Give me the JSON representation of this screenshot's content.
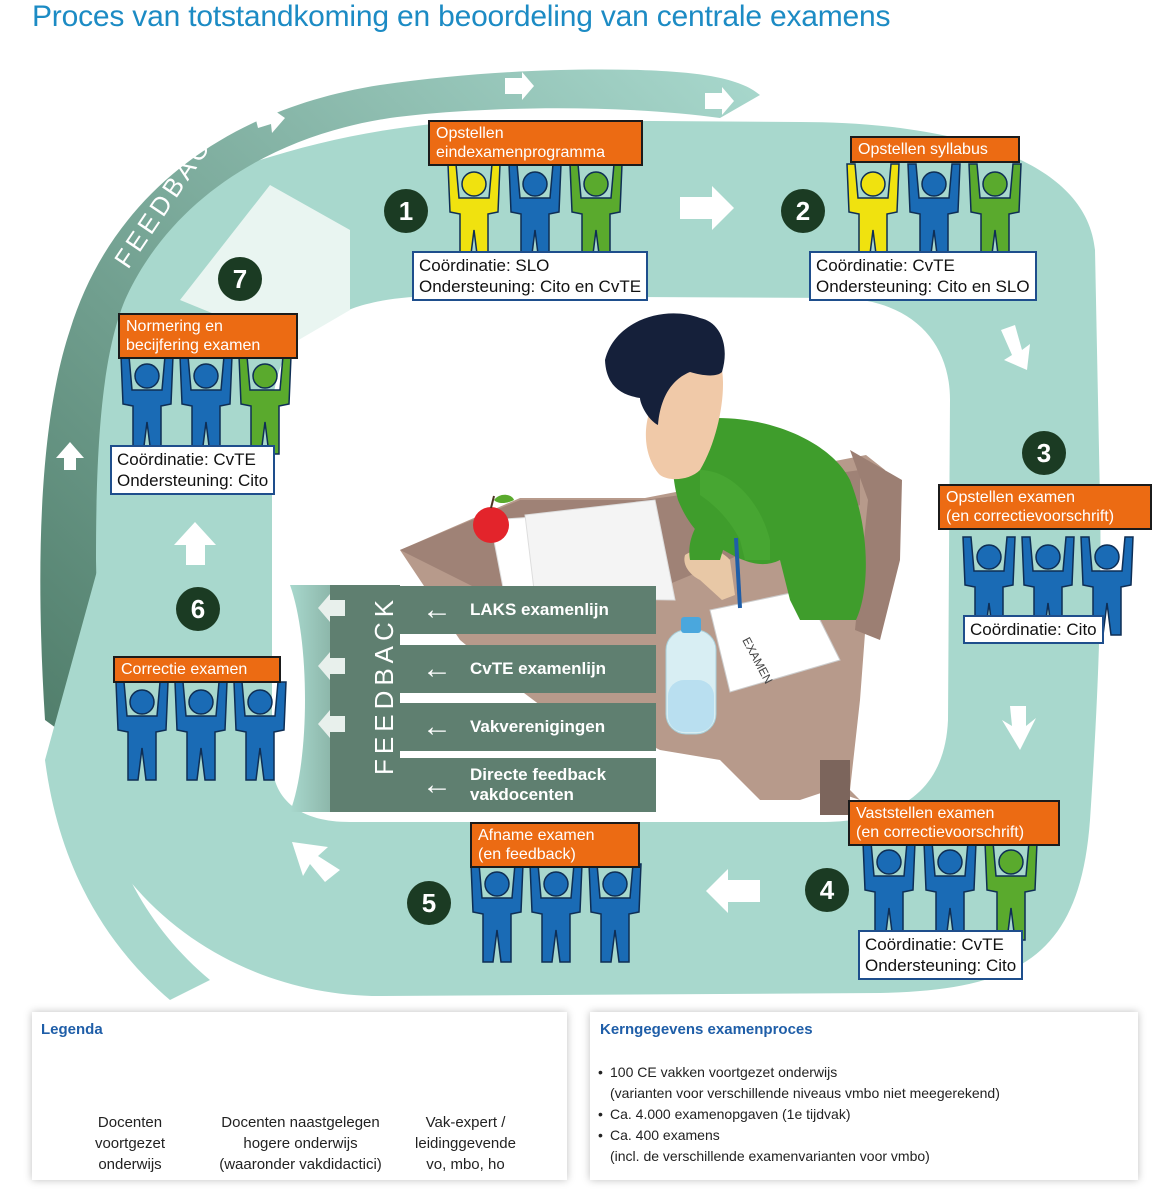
{
  "title": "Proces van totstandkoming en beoordeling van centrale examens",
  "feedback_loop_label": "FEEDBACK",
  "colors": {
    "docenten_vo": "#1a6bb5",
    "docenten_ho": "#f0e20f",
    "vak_expert": "#5aaa2d",
    "label_orange": "#ec6b13",
    "loop_green": "#a8d8cd",
    "number_dark": "#1b3b23"
  },
  "steps": [
    {
      "number": "1",
      "label": "Opstellen\neindexamenprogramma",
      "info": [
        "Coördinatie: SLO",
        "Ondersteuning: Cito en CvTE"
      ],
      "figures": [
        "yellow",
        "blue",
        "green"
      ]
    },
    {
      "number": "2",
      "label": "Opstellen syllabus",
      "info": [
        "Coördinatie: CvTE",
        "Ondersteuning: Cito en SLO"
      ],
      "figures": [
        "yellow",
        "blue",
        "green"
      ]
    },
    {
      "number": "3",
      "label": "Opstellen examen\n(en correctievoorschrift)",
      "info": [
        "Coördinatie: Cito"
      ],
      "figures": [
        "blue",
        "blue",
        "blue"
      ]
    },
    {
      "number": "4",
      "label": "Vaststellen examen\n(en correctievoorschrift)",
      "info": [
        "Coördinatie: CvTE",
        "Ondersteuning: Cito"
      ],
      "figures": [
        "blue",
        "blue",
        "green"
      ]
    },
    {
      "number": "5",
      "label": "Afname examen\n(en feedback)",
      "info": [],
      "figures": [
        "blue",
        "blue",
        "blue"
      ]
    },
    {
      "number": "6",
      "label": "Correctie examen",
      "info": [],
      "figures": [
        "blue",
        "blue",
        "blue"
      ]
    },
    {
      "number": "7",
      "label": "Normering en\nbecijfering examen",
      "info": [
        "Coördinatie: CvTE",
        "Ondersteuning: Cito"
      ],
      "figures": [
        "blue",
        "blue",
        "green"
      ]
    }
  ],
  "feedback_panel": {
    "label": "FEEDBACK",
    "items": [
      "LAKS examenlijn",
      "CvTE examenlijn",
      "Vakverenigingen",
      "Directe feedback\nvakdocenten"
    ]
  },
  "exam_paper_text": "EXAMEN",
  "legend": {
    "title": "Legenda",
    "items": [
      {
        "color": "blue",
        "text": "Docenten\nvoortgezet\nonderwijs"
      },
      {
        "color": "yellow",
        "text": "Docenten naastgelegen\nhogere onderwijs\n(waaronder vakdidactici)"
      },
      {
        "color": "green",
        "text": "Vak-expert /\nleidinggevende\nvo, mbo, ho"
      }
    ]
  },
  "kerngegevens": {
    "title": "Kerngegevens examenproces",
    "items": [
      {
        "text": "100 CE vakken voortgezet onderwijs",
        "cont": "(varianten voor verschillende niveaus vmbo niet meegerekend)"
      },
      {
        "text": "Ca. 4.000 examenopgaven (1e tijdvak)",
        "cont": ""
      },
      {
        "text": "Ca. 400 examens",
        "cont": "(incl. de verschillende examenvarianten voor vmbo)"
      }
    ]
  }
}
